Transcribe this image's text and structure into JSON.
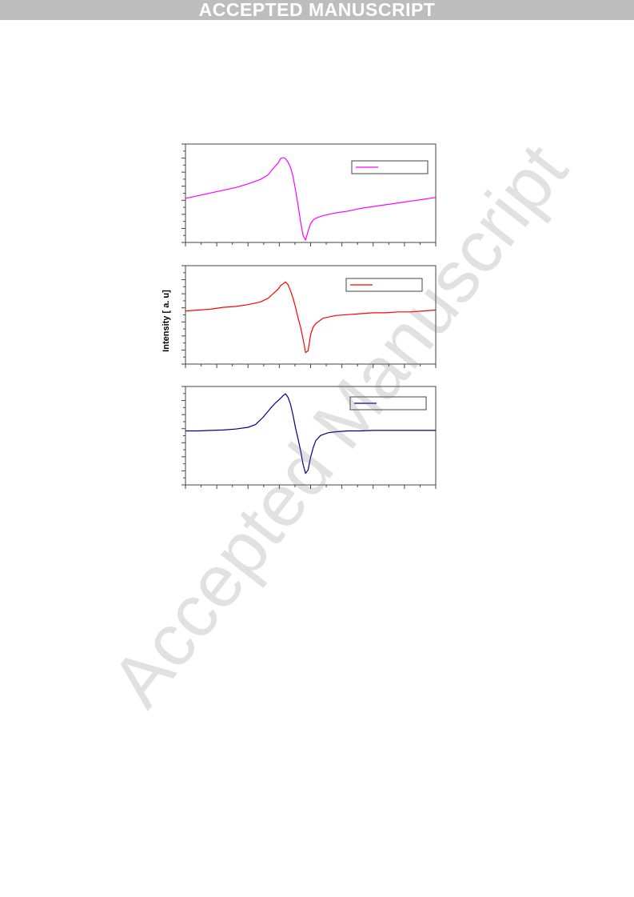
{
  "header": {
    "banner_text": "ACCEPTED MANUSCRIPT"
  },
  "watermark": {
    "text": "Accepted Manuscript"
  },
  "chart_data": [
    {
      "type": "line",
      "ylabel": "",
      "xlabel": "",
      "series": [
        {
          "color": "#ff00ff",
          "x": [
            0,
            5,
            10,
            15,
            20,
            25,
            30,
            33,
            35,
            37,
            38,
            39,
            40,
            41,
            42,
            43,
            44,
            45,
            46,
            47,
            48,
            49,
            50,
            51,
            52,
            55,
            60,
            65,
            70,
            75,
            80,
            85,
            90,
            95,
            100
          ],
          "y": [
            46,
            49,
            52,
            55,
            58,
            62,
            67,
            72,
            79,
            85,
            90,
            91,
            90,
            86,
            80,
            70,
            55,
            38,
            20,
            5,
            0,
            10,
            18,
            22,
            24,
            27,
            30,
            32,
            35,
            37,
            39,
            41,
            43,
            45,
            47
          ]
        }
      ]
    },
    {
      "type": "line",
      "ylabel": "Intensity [ a. u]",
      "xlabel": "",
      "series": [
        {
          "color": "#ff0000",
          "x": [
            0,
            5,
            10,
            15,
            20,
            25,
            30,
            33,
            35,
            37,
            38,
            39,
            40,
            41,
            42,
            43,
            44,
            45,
            46,
            47,
            48,
            49,
            50,
            51,
            52,
            55,
            60,
            65,
            70,
            75,
            80,
            85,
            90,
            95,
            100
          ],
          "y": [
            56,
            57,
            58,
            60,
            61,
            63,
            66,
            70,
            75,
            80,
            84,
            86,
            88,
            85,
            78,
            70,
            60,
            48,
            38,
            25,
            10,
            12,
            30,
            38,
            42,
            48,
            51,
            52,
            53,
            54,
            54,
            55,
            55,
            56,
            57
          ]
        }
      ]
    },
    {
      "type": "line",
      "ylabel": "",
      "xlabel": "",
      "series": [
        {
          "color": "#000080",
          "x": [
            0,
            5,
            10,
            15,
            20,
            25,
            28,
            31,
            34,
            36,
            38,
            39,
            40,
            41,
            42,
            43,
            44,
            45,
            46,
            47,
            48,
            49,
            50,
            51,
            52,
            54,
            57,
            60,
            65,
            70,
            75,
            80,
            90,
            100
          ],
          "y": [
            57,
            57,
            57.5,
            58,
            59,
            61,
            64,
            72,
            82,
            88,
            93,
            96,
            98,
            94,
            86,
            74,
            60,
            48,
            35,
            20,
            10,
            14,
            28,
            38,
            46,
            52,
            55,
            56,
            57,
            57,
            57.5,
            57.5,
            57.5,
            57.5
          ]
        }
      ]
    }
  ]
}
